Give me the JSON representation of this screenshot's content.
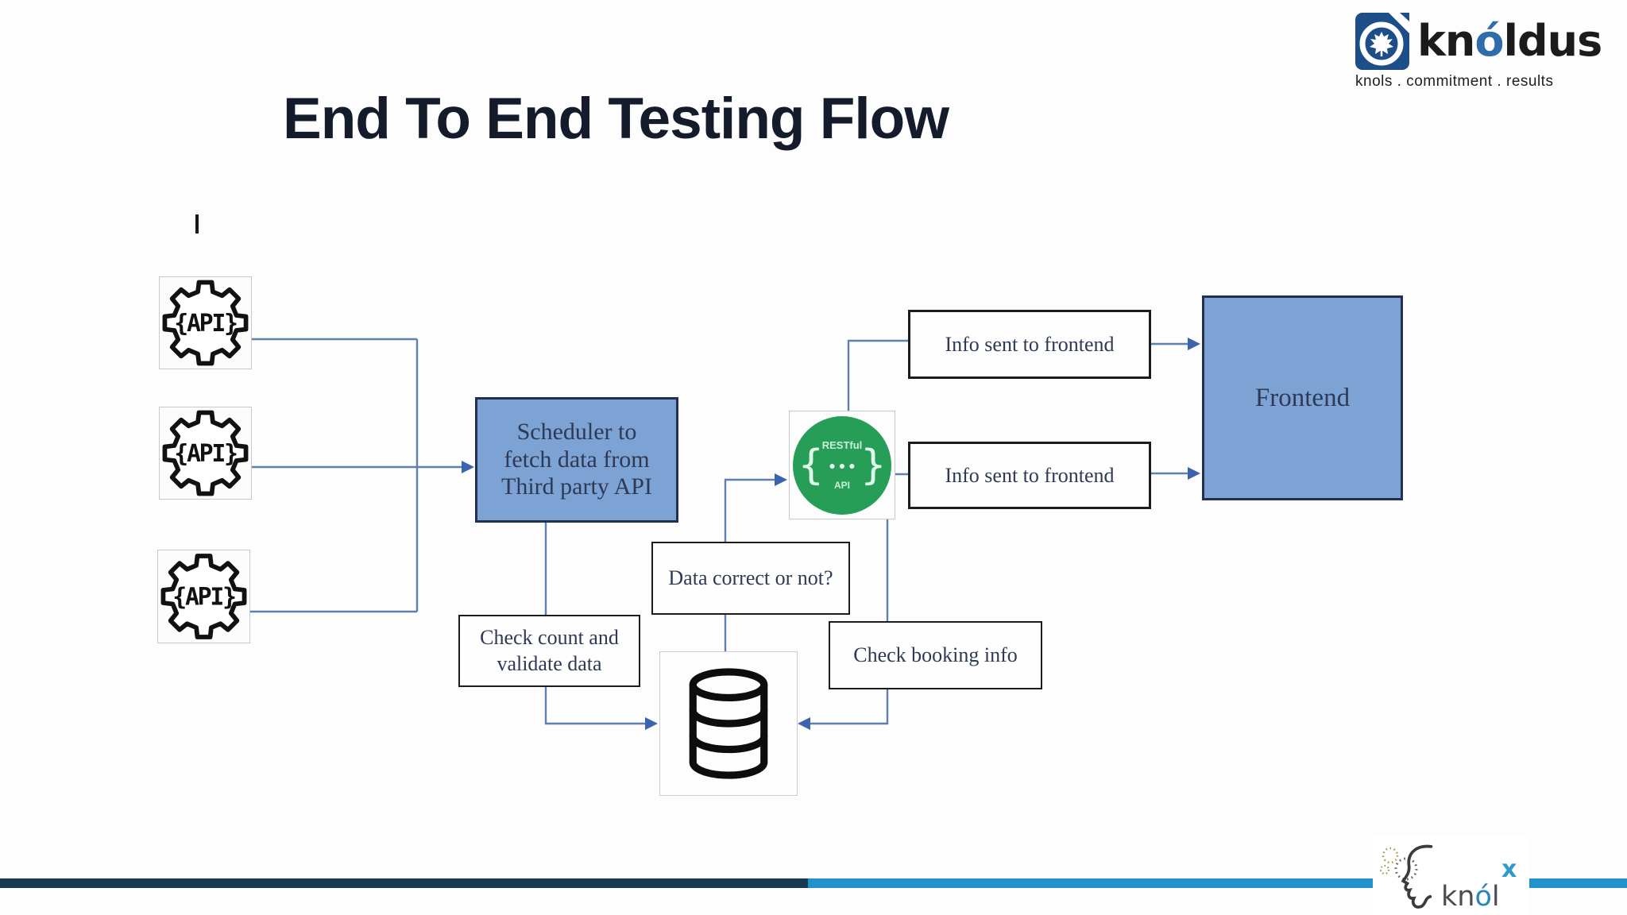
{
  "header": {
    "title": "End To End Testing Flow",
    "brand": {
      "pre": "kn",
      "accent": "ó",
      "post": "ldus",
      "tagline": "knols . commitment . results"
    }
  },
  "diagram": {
    "api_label": "{API}",
    "scheduler_label": "Scheduler to\nfetch data from\nThird party API",
    "restful": {
      "line1": "RESTful",
      "brace_open": "{",
      "dots": "●●●",
      "brace_close": "}",
      "line2": "API"
    },
    "info_top_label": "Info sent to frontend",
    "info_bottom_label": "Info sent to frontend",
    "frontend_label": "Frontend",
    "data_correct_label": "Data correct or not?",
    "check_count_label": "Check count and\nvalidate data",
    "check_booking_label": "Check booking info"
  },
  "footer": {
    "knolx": {
      "pre": "kn",
      "accent": "ó",
      "post": "l",
      "sup": "x"
    }
  },
  "icons": {
    "gear_api": "gear-api-icon",
    "restful_api": "restful-api-icon",
    "database": "database-cylinder-icon",
    "knoldus": "knoldus-maple-leaf-icon",
    "knolx_head": "knolx-head-profile-icon"
  },
  "colors": {
    "node_fill_blue": "#7ca3d4",
    "node_border_dark": "#20304d",
    "connector_blue": "#5f7fae",
    "arrow_blue": "#3c63ae",
    "restful_green": "#279e58",
    "footer_dark_navy": "#173a50",
    "footer_light_blue": "#2191c9",
    "brand_square_blue": "#1d4e87",
    "brand_accent_blue": "#2f6cab",
    "knolx_accent_blue": "#2f9bc9",
    "title_color": "#141b2b"
  }
}
